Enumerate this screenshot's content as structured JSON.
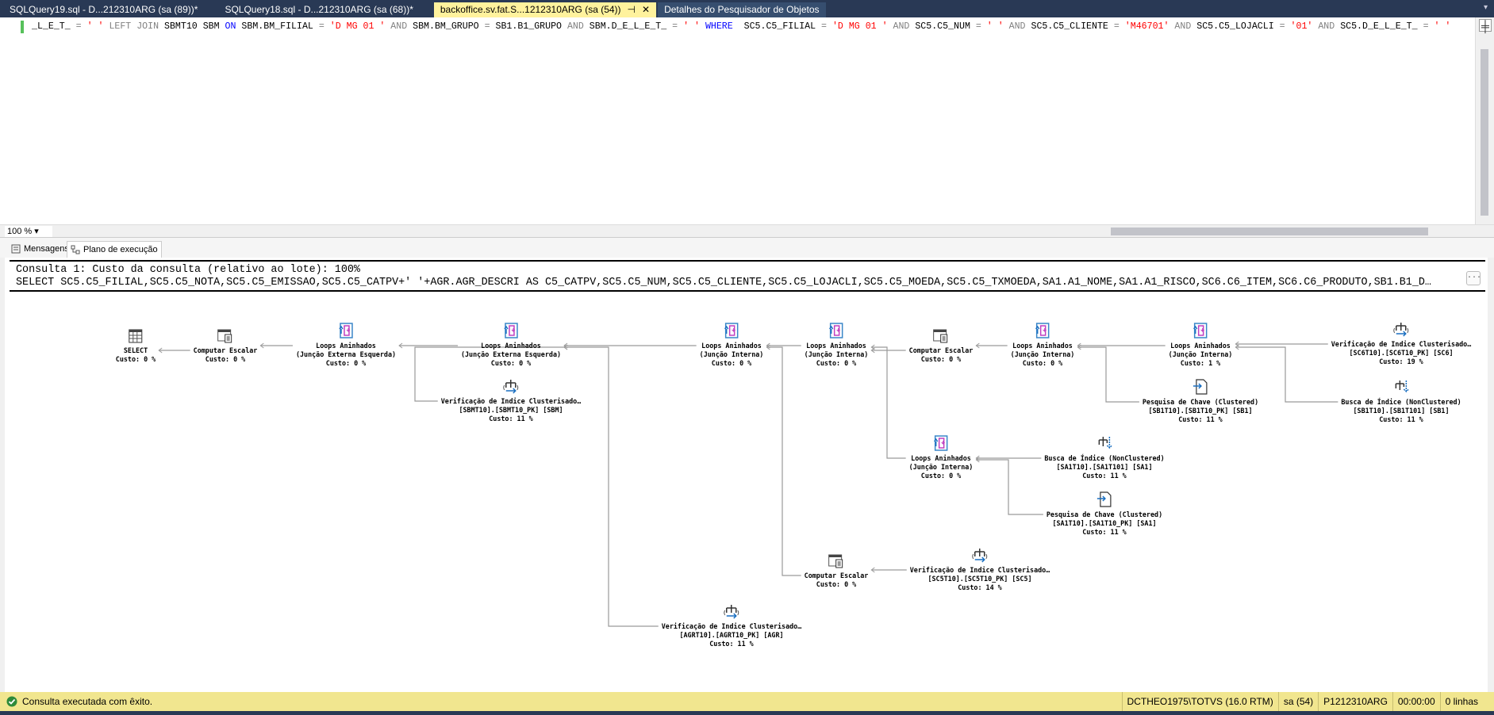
{
  "tabs": [
    {
      "label": "SQLQuery19.sql - D...212310ARG (sa (89))*"
    },
    {
      "label": "SQLQuery18.sql - D...212310ARG (sa (68))*"
    },
    {
      "label": "backoffice.sv.fat.S...1212310ARG (sa (54))",
      "active": true,
      "pin": "⊣",
      "close": "✕"
    },
    {
      "label": "Detalhes do Pesquisador de Objetos"
    }
  ],
  "tab_menu": "▾",
  "editor": {
    "tokens": [
      [
        "_L_E_T_ ",
        "i"
      ],
      [
        "= ",
        "g"
      ],
      [
        "' ' ",
        "s"
      ],
      [
        "LEFT JOIN ",
        "g"
      ],
      [
        "SBMT10 SBM ",
        "i"
      ],
      [
        "ON ",
        "k"
      ],
      [
        "SBM.BM_FILIAL ",
        "i"
      ],
      [
        "= ",
        "g"
      ],
      [
        "'D MG 01 ' ",
        "s"
      ],
      [
        "AND ",
        "g"
      ],
      [
        "SBM.BM_GRUPO ",
        "i"
      ],
      [
        "= ",
        "g"
      ],
      [
        "SB1.B1_GRUPO ",
        "i"
      ],
      [
        "AND ",
        "g"
      ],
      [
        "SBM.D_E_L_E_T_ ",
        "i"
      ],
      [
        "= ",
        "g"
      ],
      [
        "' ' ",
        "s"
      ],
      [
        "WHERE  ",
        "k"
      ],
      [
        "SC5.C5_FILIAL ",
        "i"
      ],
      [
        "= ",
        "g"
      ],
      [
        "'D MG 01 ' ",
        "s"
      ],
      [
        "AND ",
        "g"
      ],
      [
        "SC5.C5_NUM ",
        "i"
      ],
      [
        "= ",
        "g"
      ],
      [
        "' ' ",
        "s"
      ],
      [
        "AND ",
        "g"
      ],
      [
        "SC5.C5_CLIENTE ",
        "i"
      ],
      [
        "= ",
        "g"
      ],
      [
        "'M46701' ",
        "s"
      ],
      [
        "AND ",
        "g"
      ],
      [
        "SC5.C5_LOJACLI ",
        "i"
      ],
      [
        "= ",
        "g"
      ],
      [
        "'01' ",
        "s"
      ],
      [
        "AND ",
        "g"
      ],
      [
        "SC5.D_E_L_E_T_ ",
        "i"
      ],
      [
        "= ",
        "g"
      ],
      [
        "' '",
        "s"
      ]
    ],
    "split_icon": "╪"
  },
  "zoom": {
    "value": "100 %"
  },
  "result_tabs": [
    {
      "label": "Mensagens"
    },
    {
      "label": "Plano de execução",
      "active": true
    }
  ],
  "query": {
    "header": "Consulta 1: Custo da consulta (relativo ao lote): 100%",
    "sql": "SELECT SC5.C5_FILIAL,SC5.C5_NOTA,SC5.C5_EMISSAO,SC5.C5_CATPV+' '+AGR.AGR_DESCRI AS C5_CATPV,SC5.C5_NUM,SC5.C5_CLIENTE,SC5.C5_LOJACLI,SC5.C5_MOEDA,SC5.C5_TXMOEDA,SA1.A1_NOME,SA1.A1_RISCO,SC6.C6_ITEM,SC6.C6_PRODUTO,SB1.B1_D…",
    "more": "..."
  },
  "plan": {
    "nodes": [
      {
        "icon": "select",
        "lines": [
          "SELECT",
          "Custo: 0 %"
        ]
      },
      {
        "icon": "compute-scalar",
        "lines": [
          "Computar Escalar",
          "Custo: 0 %"
        ]
      },
      {
        "icon": "nested-loops",
        "lines": [
          "Loops Aninhados",
          "(Junção Externa Esquerda)",
          "Custo: 0 %"
        ]
      },
      {
        "icon": "nested-loops",
        "lines": [
          "Loops Aninhados",
          "(Junção Externa Esquerda)",
          "Custo: 0 %"
        ]
      },
      {
        "icon": "clustered-index-scan",
        "lines": [
          "Verificação de Indice Clusterisado…",
          "[SBMT10].[SBMT10_PK] [SBM]",
          "Custo: 11 %"
        ]
      },
      {
        "icon": "nested-loops",
        "lines": [
          "Loops Aninhados",
          "(Junção Interna)",
          "Custo: 0 %"
        ]
      },
      {
        "icon": "nested-loops",
        "lines": [
          "Loops Aninhados",
          "(Junção Interna)",
          "Custo: 0 %"
        ]
      },
      {
        "icon": "compute-scalar",
        "lines": [
          "Computar Escalar",
          "Custo: 0 %"
        ]
      },
      {
        "icon": "nested-loops",
        "lines": [
          "Loops Aninhados",
          "(Junção Interna)",
          "Custo: 0 %"
        ]
      },
      {
        "icon": "nested-loops",
        "lines": [
          "Loops Aninhados",
          "(Junção Interna)",
          "Custo: 1 %"
        ]
      },
      {
        "icon": "clustered-index-scan",
        "lines": [
          "Verificação de Indice Clusterisado…",
          "[SC6T10].[SC6T10_PK] [SC6]",
          "Custo: 19 %"
        ]
      },
      {
        "icon": "key-lookup",
        "lines": [
          "Pesquisa de Chave (Clustered)",
          "[SB1T10].[SB1T10_PK] [SB1]",
          "Custo: 11 %"
        ]
      },
      {
        "icon": "index-seek",
        "lines": [
          "Busca de Índice (NonClustered)",
          "[SB1T10].[SB1T101] [SB1]",
          "Custo: 11 %"
        ]
      },
      {
        "icon": "nested-loops",
        "lines": [
          "Loops Aninhados",
          "(Junção Interna)",
          "Custo: 0 %"
        ]
      },
      {
        "icon": "index-seek",
        "lines": [
          "Busca de Índice (NonClustered)",
          "[SA1T10].[SA1T101] [SA1]",
          "Custo: 11 %"
        ]
      },
      {
        "icon": "key-lookup",
        "lines": [
          "Pesquisa de Chave (Clustered)",
          "[SA1T10].[SA1T10_PK] [SA1]",
          "Custo: 11 %"
        ]
      },
      {
        "icon": "compute-scalar",
        "lines": [
          "Computar Escalar",
          "Custo: 0 %"
        ]
      },
      {
        "icon": "clustered-index-scan",
        "lines": [
          "Verificação de Indice Clusterisado…",
          "[SC5T10].[SC5T10_PK] [SC5]",
          "Custo: 14 %"
        ]
      },
      {
        "icon": "clustered-index-scan",
        "lines": [
          "Verificação de Indice Clusterisado…",
          "[AGRT10].[AGRT10_PK] [AGR]",
          "Custo: 11 %"
        ]
      }
    ]
  },
  "status": {
    "message": "Consulta executada com êxito.",
    "server": "DCTHEO1975\\TOTVS (16.0 RTM)",
    "user": "sa (54)",
    "database": "P1212310ARG",
    "time": "00:00:00",
    "rows": "0 linhas"
  }
}
